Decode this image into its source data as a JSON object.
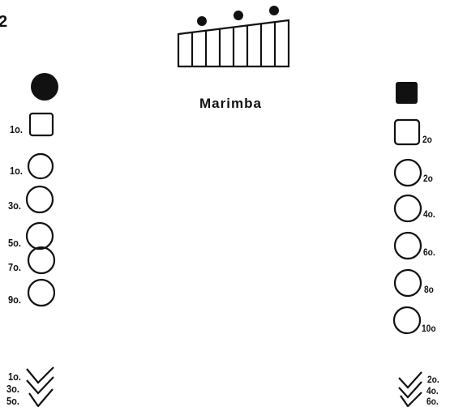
{
  "page_number": "2",
  "instrument": {
    "name": "Marimba",
    "icon": "marimba-icon"
  },
  "left_column": {
    "header_symbol": "filled-circle",
    "items": [
      {
        "symbol": "square",
        "label": "1o."
      },
      {
        "symbol": "circle",
        "label": "1o."
      },
      {
        "symbol": "circle",
        "label": "3o."
      },
      {
        "symbol": "circle",
        "label": "5o."
      },
      {
        "symbol": "circle",
        "label": "7o."
      },
      {
        "symbol": "circle",
        "label": "9o."
      }
    ],
    "chevron_labels": [
      "1o.",
      "3o.",
      "5o."
    ]
  },
  "right_column": {
    "header_symbol": "filled-square",
    "items": [
      {
        "symbol": "square",
        "label": "2o"
      },
      {
        "symbol": "circle",
        "label": "2o"
      },
      {
        "symbol": "circle",
        "label": "4o."
      },
      {
        "symbol": "circle",
        "label": "6o."
      },
      {
        "symbol": "circle",
        "label": "8o"
      },
      {
        "symbol": "circle",
        "label": "10o"
      }
    ],
    "chevron_labels": [
      "2o.",
      "4o.",
      "6o."
    ]
  },
  "colors": {
    "ink": "#111111",
    "paper": "#ffffff"
  }
}
